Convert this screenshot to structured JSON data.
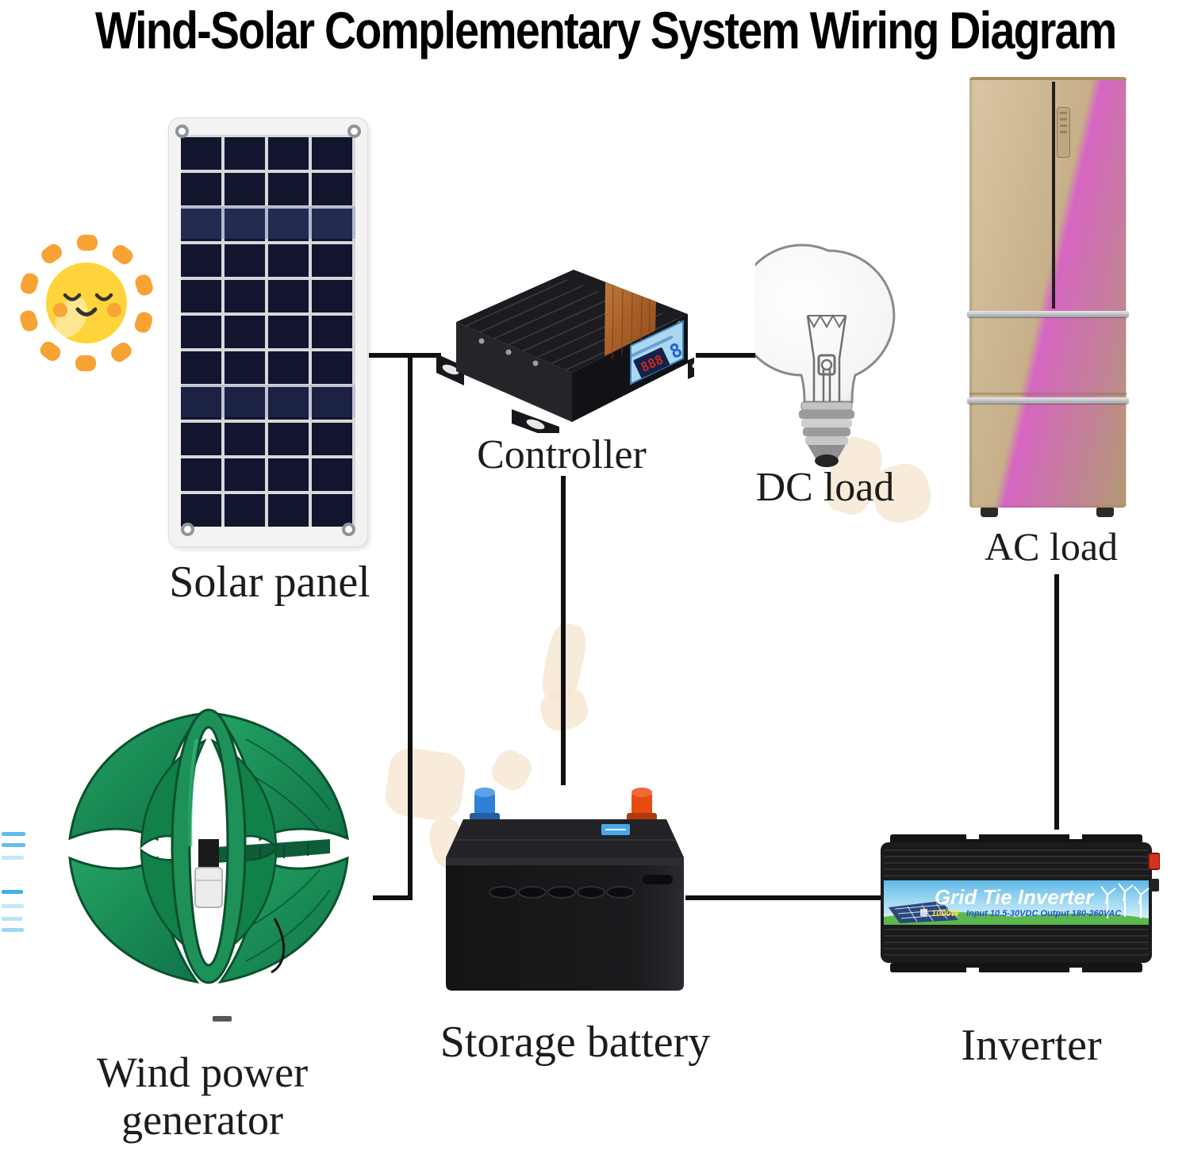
{
  "title": "Wind-Solar Complementary System Wiring Diagram",
  "labels": {
    "solar_panel": "Solar panel",
    "controller": "Controller",
    "dc_load": "DC load",
    "ac_load": "AC load",
    "wind_generator_line1": "Wind power",
    "wind_generator_line2": "generator",
    "storage_battery": "Storage battery",
    "inverter": "Inverter"
  },
  "inverter_label": {
    "brand": "Grid Tie Inverter",
    "spec_power": "1000W",
    "spec_io": "Input 10.5-30VDC Output 180-260VAC"
  },
  "controller_display": {
    "digits": "888",
    "unit_digit": "8"
  },
  "colors": {
    "wire": "#101010",
    "turbine_green": "#1a8f55",
    "turbine_green_dark": "#0a5130",
    "fridge_gold": "#c7b089",
    "battery_terminal_negative": "#2f80d6",
    "battery_terminal_positive": "#e84b12",
    "inverter_label_sky": "#6cc3ec",
    "inverter_label_grass": "#5cb84e",
    "sun_body": "#ffd43a",
    "sun_rays": "#f6a333",
    "lcd_blue": "#a9d8f0",
    "lcd_digit_red": "#d42813"
  }
}
